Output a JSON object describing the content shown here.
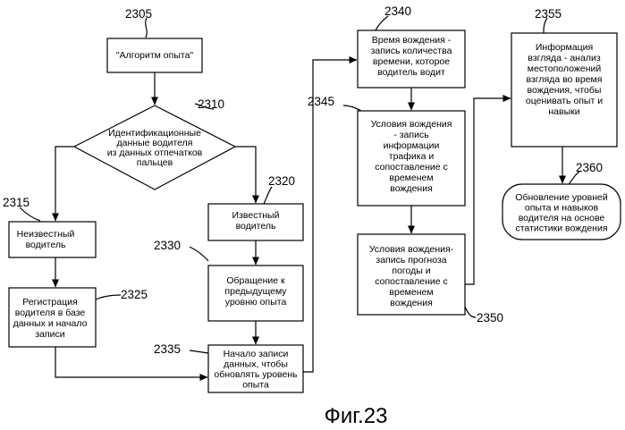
{
  "refs": {
    "r2305": "2305",
    "r2310": "2310",
    "r2315": "2315",
    "r2320": "2320",
    "r2325": "2325",
    "r2330": "2330",
    "r2335": "2335",
    "r2340": "2340",
    "r2345": "2345",
    "r2350": "2350",
    "r2355": "2355",
    "r2360": "2360"
  },
  "nodes": {
    "algorithm": [
      "\"Алгоритм опыта\""
    ],
    "identification": [
      "Идентификационные",
      "данные водителя",
      "из данных отпечатков",
      "пальцев"
    ],
    "unknown_driver": [
      "Неизвестный",
      "водитель"
    ],
    "known_driver": [
      "Известный",
      "водитель"
    ],
    "registration": [
      "Регистрация",
      "водителя в базе",
      "данных и начало",
      "записи"
    ],
    "previous_level": [
      "Обращение к",
      "предыдущему",
      "уровню опыта"
    ],
    "start_recording": [
      "Начало записи",
      "данных, чтобы",
      "обновлять уровень",
      "опыта"
    ],
    "driving_time": [
      "Время вождения -",
      "запись количества",
      "времени, которое",
      "водитель водит"
    ],
    "conditions_traffic": [
      "Условия вождения",
      "- запись",
      "информации",
      "трафика и",
      "сопоставление с",
      "временем",
      "вождения"
    ],
    "conditions_weather": [
      "Условия вождения-",
      "запись прогноза",
      "погоды и",
      "сопоставление с",
      "временем",
      "вождения"
    ],
    "gaze_info": [
      "Информация",
      "взгляда - анализ",
      "местоположений",
      "взгляда во время",
      "вождения, чтобы",
      "оценивать опыт и",
      "навыки"
    ],
    "update_levels": [
      "Обновление уровней",
      "опыта и навыков",
      "водителя на основе",
      "статистики вождения"
    ]
  },
  "caption": "Фиг.23"
}
